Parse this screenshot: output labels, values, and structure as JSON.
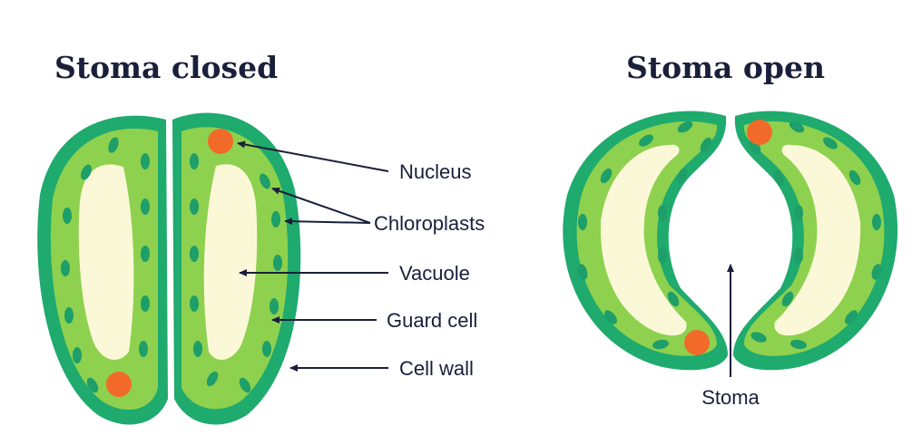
{
  "titles": {
    "closed": "Stoma closed",
    "open": "Stoma open"
  },
  "labels": {
    "nucleus": "Nucleus",
    "chloroplasts": "Chloroplasts",
    "vacuole": "Vacuole",
    "guard_cell": "Guard cell",
    "cell_wall": "Cell wall",
    "stoma": "Stoma"
  },
  "colors": {
    "cell_wall": "#1faa6e",
    "cytoplasm": "#8ed14e",
    "vacuole": "#fbf8d8",
    "chloroplast": "#1e9e68",
    "nucleus": "#f26a2a",
    "arrow": "#1a1f3a",
    "text": "#1a1f3a"
  }
}
